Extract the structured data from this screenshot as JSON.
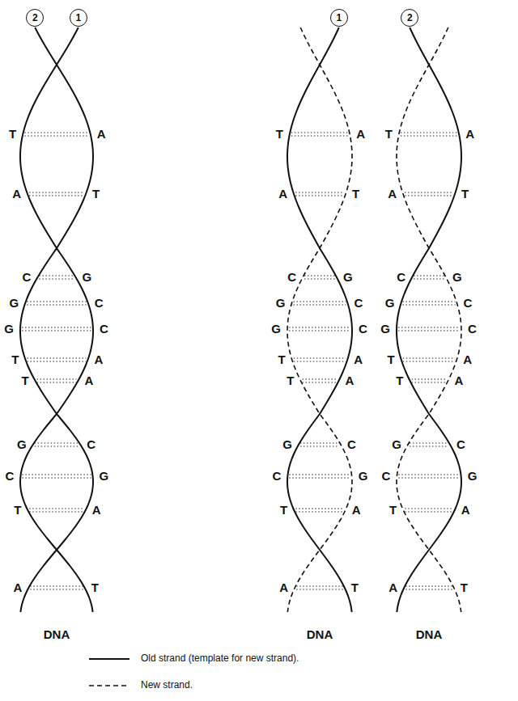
{
  "diagram": {
    "nodes": [
      {
        "text": [
          "2"
        ]
      },
      {
        "text": [
          "1"
        ]
      },
      {
        "text": [
          "1"
        ]
      },
      {
        "text": [
          "2"
        ]
      }
    ],
    "labels": [
      "T",
      "A",
      "A",
      "T",
      "C",
      "G",
      "G",
      "C",
      "G",
      "C",
      "T",
      "A",
      "T",
      "A",
      "G",
      "C",
      "C",
      "G",
      "T",
      "A",
      "A",
      "T",
      "T",
      "A",
      "A",
      "T",
      "C",
      "G",
      "G",
      "C",
      "G",
      "C",
      "T",
      "A",
      "T",
      "A",
      "G",
      "C",
      "C",
      "G",
      "T",
      "A",
      "A",
      "T",
      "T",
      "A",
      "A",
      "T",
      "C",
      "G",
      "G",
      "C",
      "G",
      "C",
      "T",
      "A",
      "T",
      "A",
      "G",
      "C",
      "C",
      "G",
      "T",
      "A",
      "A",
      "T",
      "DNA",
      "DNA",
      "DNA"
    ],
    "legend": [
      {
        "text": "Old strand (template for new strand)."
      },
      {
        "text": "New strand."
      }
    ]
  }
}
